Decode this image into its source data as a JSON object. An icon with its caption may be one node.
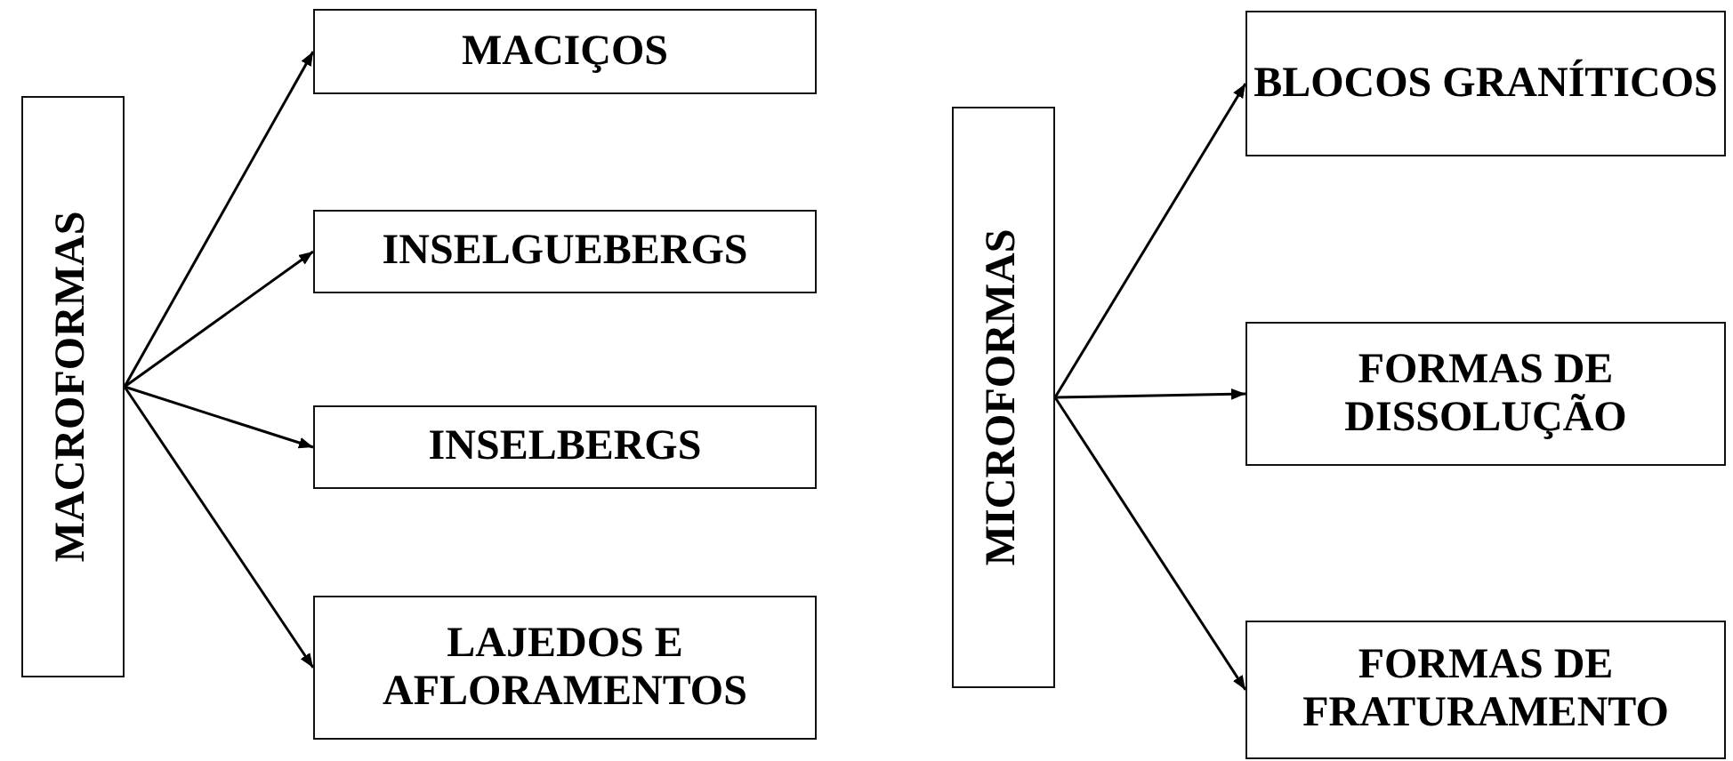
{
  "diagram": {
    "nodes": [
      {
        "text": [
          "MACROFORMAS"
        ]
      },
      {
        "text": [
          "MACIÇOS"
        ]
      },
      {
        "text": [
          "INSELGUEBERGS"
        ]
      },
      {
        "text": [
          "INSELBERGS"
        ]
      },
      {
        "text": [
          "LAJEDOS E AFLORAMENTOS"
        ]
      },
      {
        "text": [
          "MICROFORMAS"
        ]
      },
      {
        "text": [
          "BLOCOS GRANÍTICOS"
        ]
      },
      {
        "text": [
          "FORMAS DE DISSOLUÇÃO"
        ]
      },
      {
        "text": [
          "FORMAS DE FRATURAMENTO"
        ]
      }
    ],
    "edges": [
      {
        "from": 0,
        "to": 1,
        "arrow": "to"
      },
      {
        "from": 0,
        "to": 2,
        "arrow": "to"
      },
      {
        "from": 0,
        "to": 3,
        "arrow": "to"
      },
      {
        "from": 0,
        "to": 4,
        "arrow": "to"
      },
      {
        "from": 5,
        "to": 6,
        "arrow": "to"
      },
      {
        "from": 5,
        "to": 7,
        "arrow": "to"
      },
      {
        "from": 5,
        "to": 8,
        "arrow": "to"
      }
    ]
  }
}
